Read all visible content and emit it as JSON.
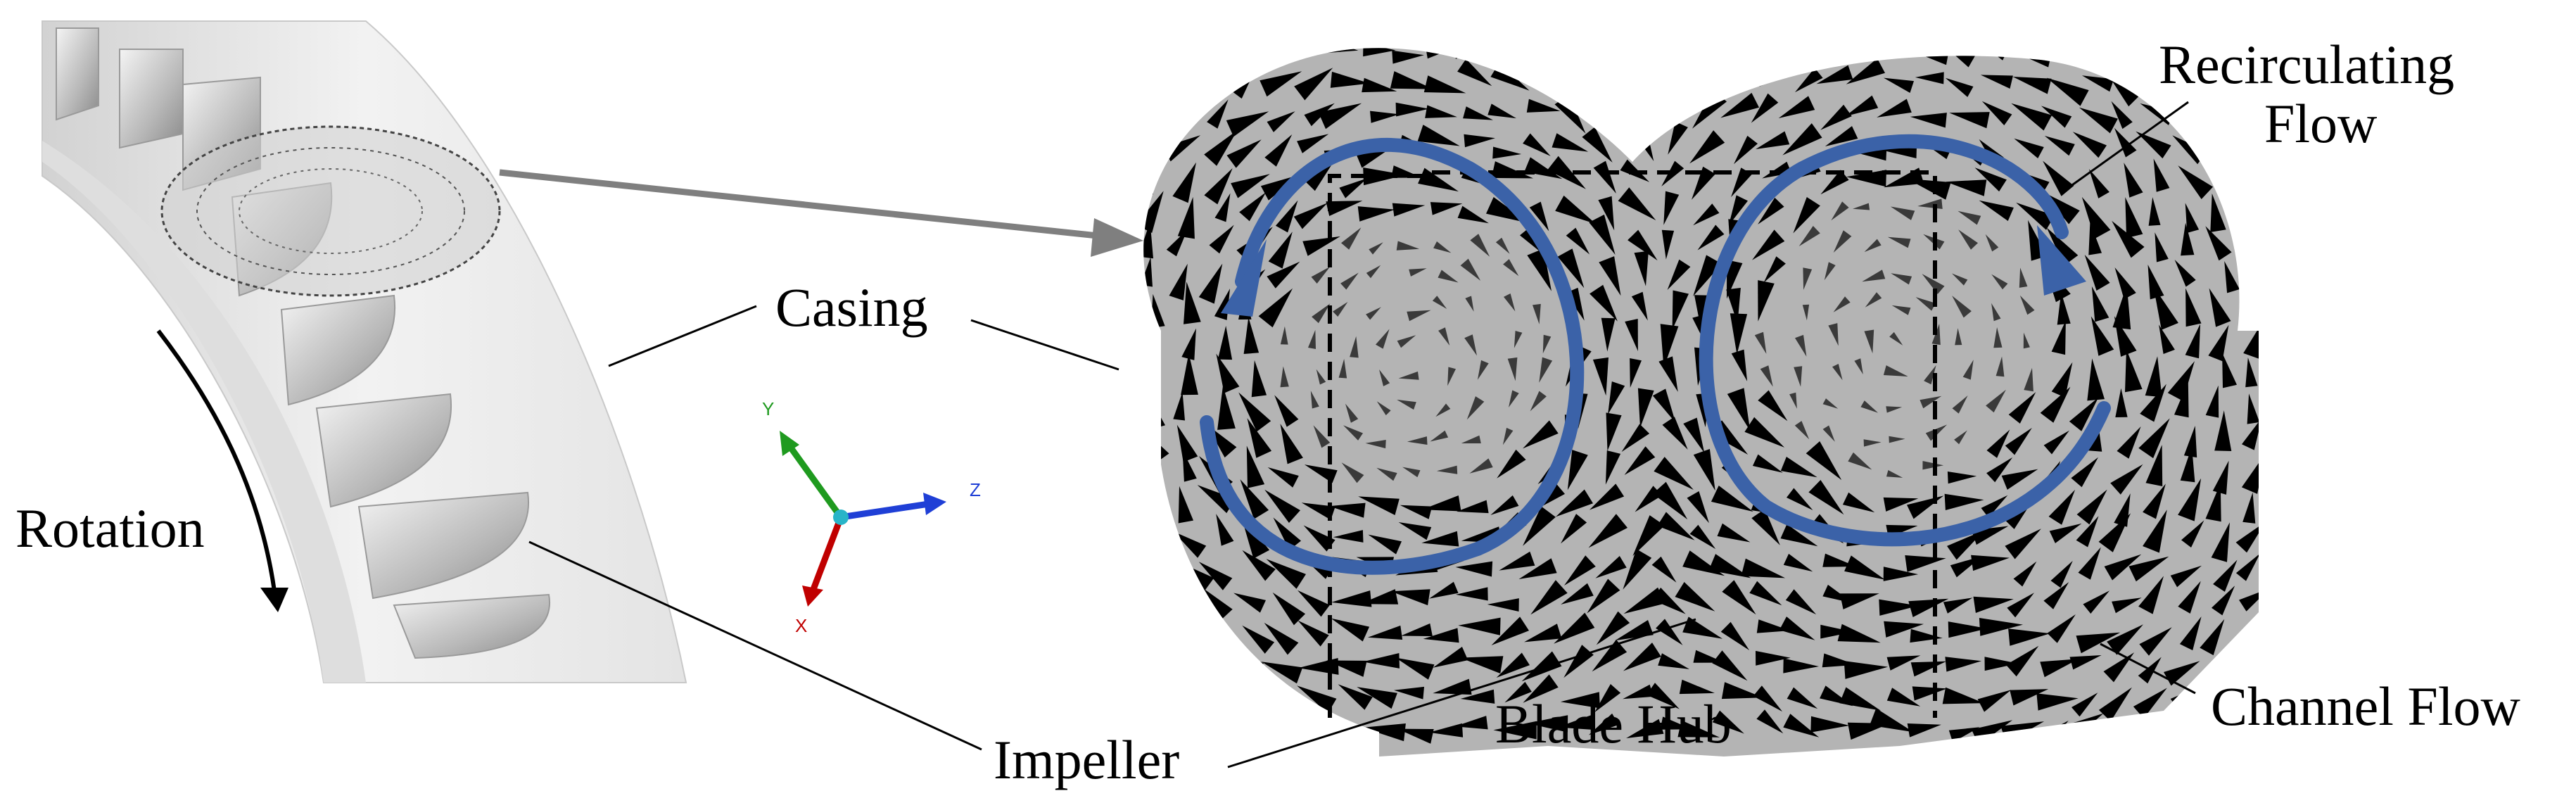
{
  "labels": {
    "rotation": "Rotation",
    "casing": "Casing",
    "impeller": "Impeller",
    "blade_hub": "Blade Hub",
    "recirculating_flow_line1": "Recirculating",
    "recirculating_flow_line2": "Flow",
    "channel_flow": "Channel Flow"
  },
  "axes_triad": {
    "y": "Y",
    "z": "Z",
    "x": "X"
  },
  "colors": {
    "flow_arrow": "#3b62a8",
    "section_fill": "#b4b4b4",
    "vector_marks": "#000000",
    "triad_x": "#c00000",
    "triad_y": "#1f9a1f",
    "triad_z": "#1f3fd6"
  }
}
